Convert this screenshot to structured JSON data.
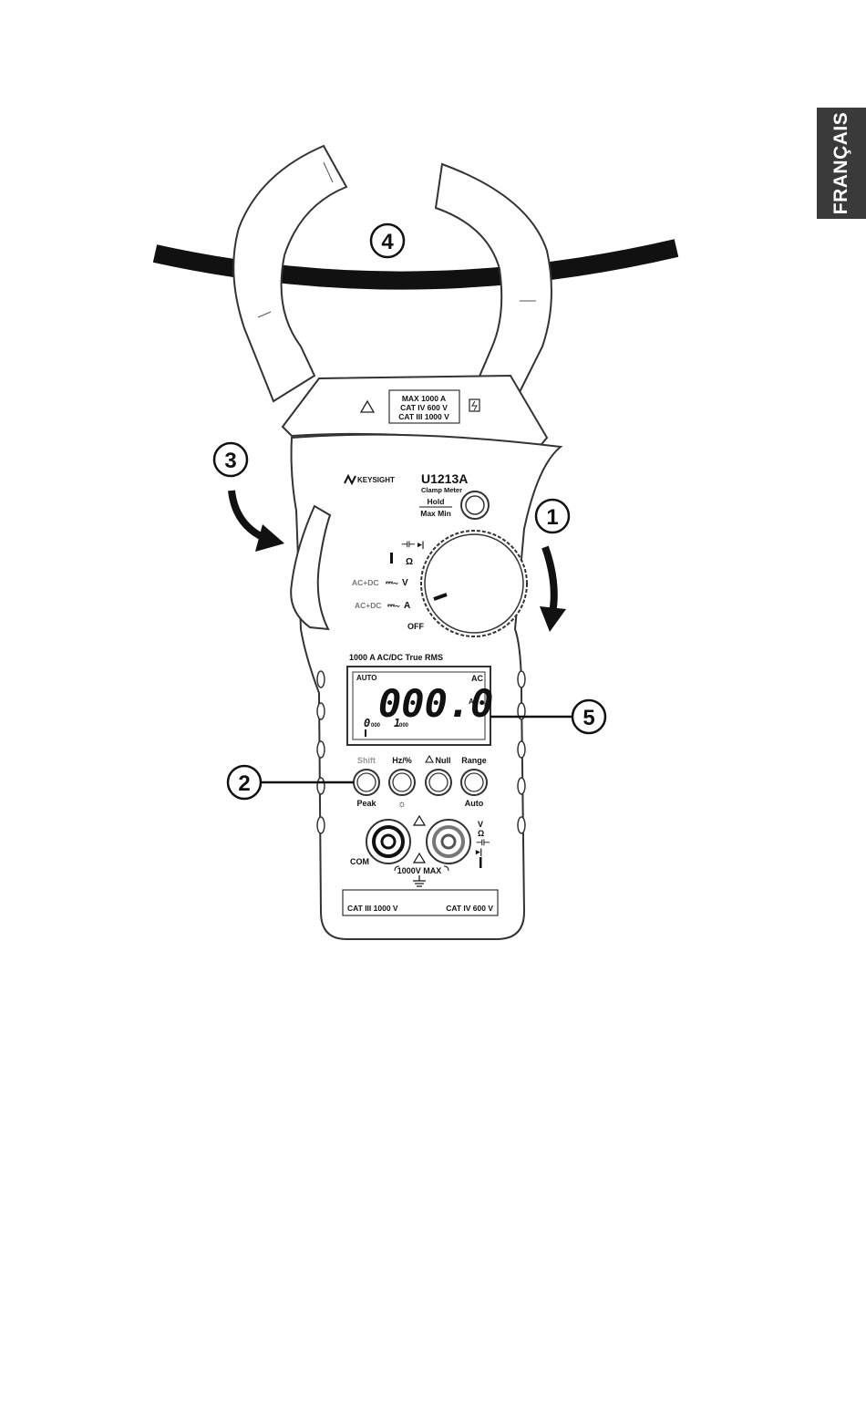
{
  "language_tab": "FRANÇAIS",
  "callouts": [
    "1",
    "2",
    "3",
    "4",
    "5"
  ],
  "jaw_label": {
    "max": "MAX 1000 A",
    "cat_iv": "CAT IV 600 V",
    "cat_iii": "CAT III 1000 V"
  },
  "brand": {
    "logo_text": "KEYSIGHT",
    "model": "U1213A",
    "subtitle": "Clamp Meter"
  },
  "hold_button": {
    "top": "Hold",
    "bottom": "Max Min"
  },
  "dial_labels": {
    "cap_diode": "⊣⊢ ▸|",
    "temp_ohm": "Ω",
    "acdc_v_prefix": "AC+DC",
    "v": "V",
    "acdc_a_prefix": "AC+DC",
    "a": "A",
    "off": "OFF"
  },
  "spec_line": "1000 A AC/DC True RMS",
  "lcd": {
    "auto": "AUTO",
    "ac": "AC",
    "reading": "000.0",
    "unit": "A",
    "small_left": "0",
    "small_left_sub": "000",
    "small_right": "1",
    "small_right_sub": "000"
  },
  "buttons": [
    {
      "top": "Shift",
      "bottom": "Peak"
    },
    {
      "top": "Hz/%",
      "bottom": "☼"
    },
    {
      "top": "Null",
      "bottom": ""
    },
    {
      "top": "Range",
      "bottom": "Auto"
    }
  ],
  "terminals": {
    "com": "COM",
    "max": "1000V MAX",
    "v": "V",
    "ohm": "Ω"
  },
  "footer": {
    "left": "CAT III 1000 V",
    "right": "CAT IV 600 V"
  }
}
